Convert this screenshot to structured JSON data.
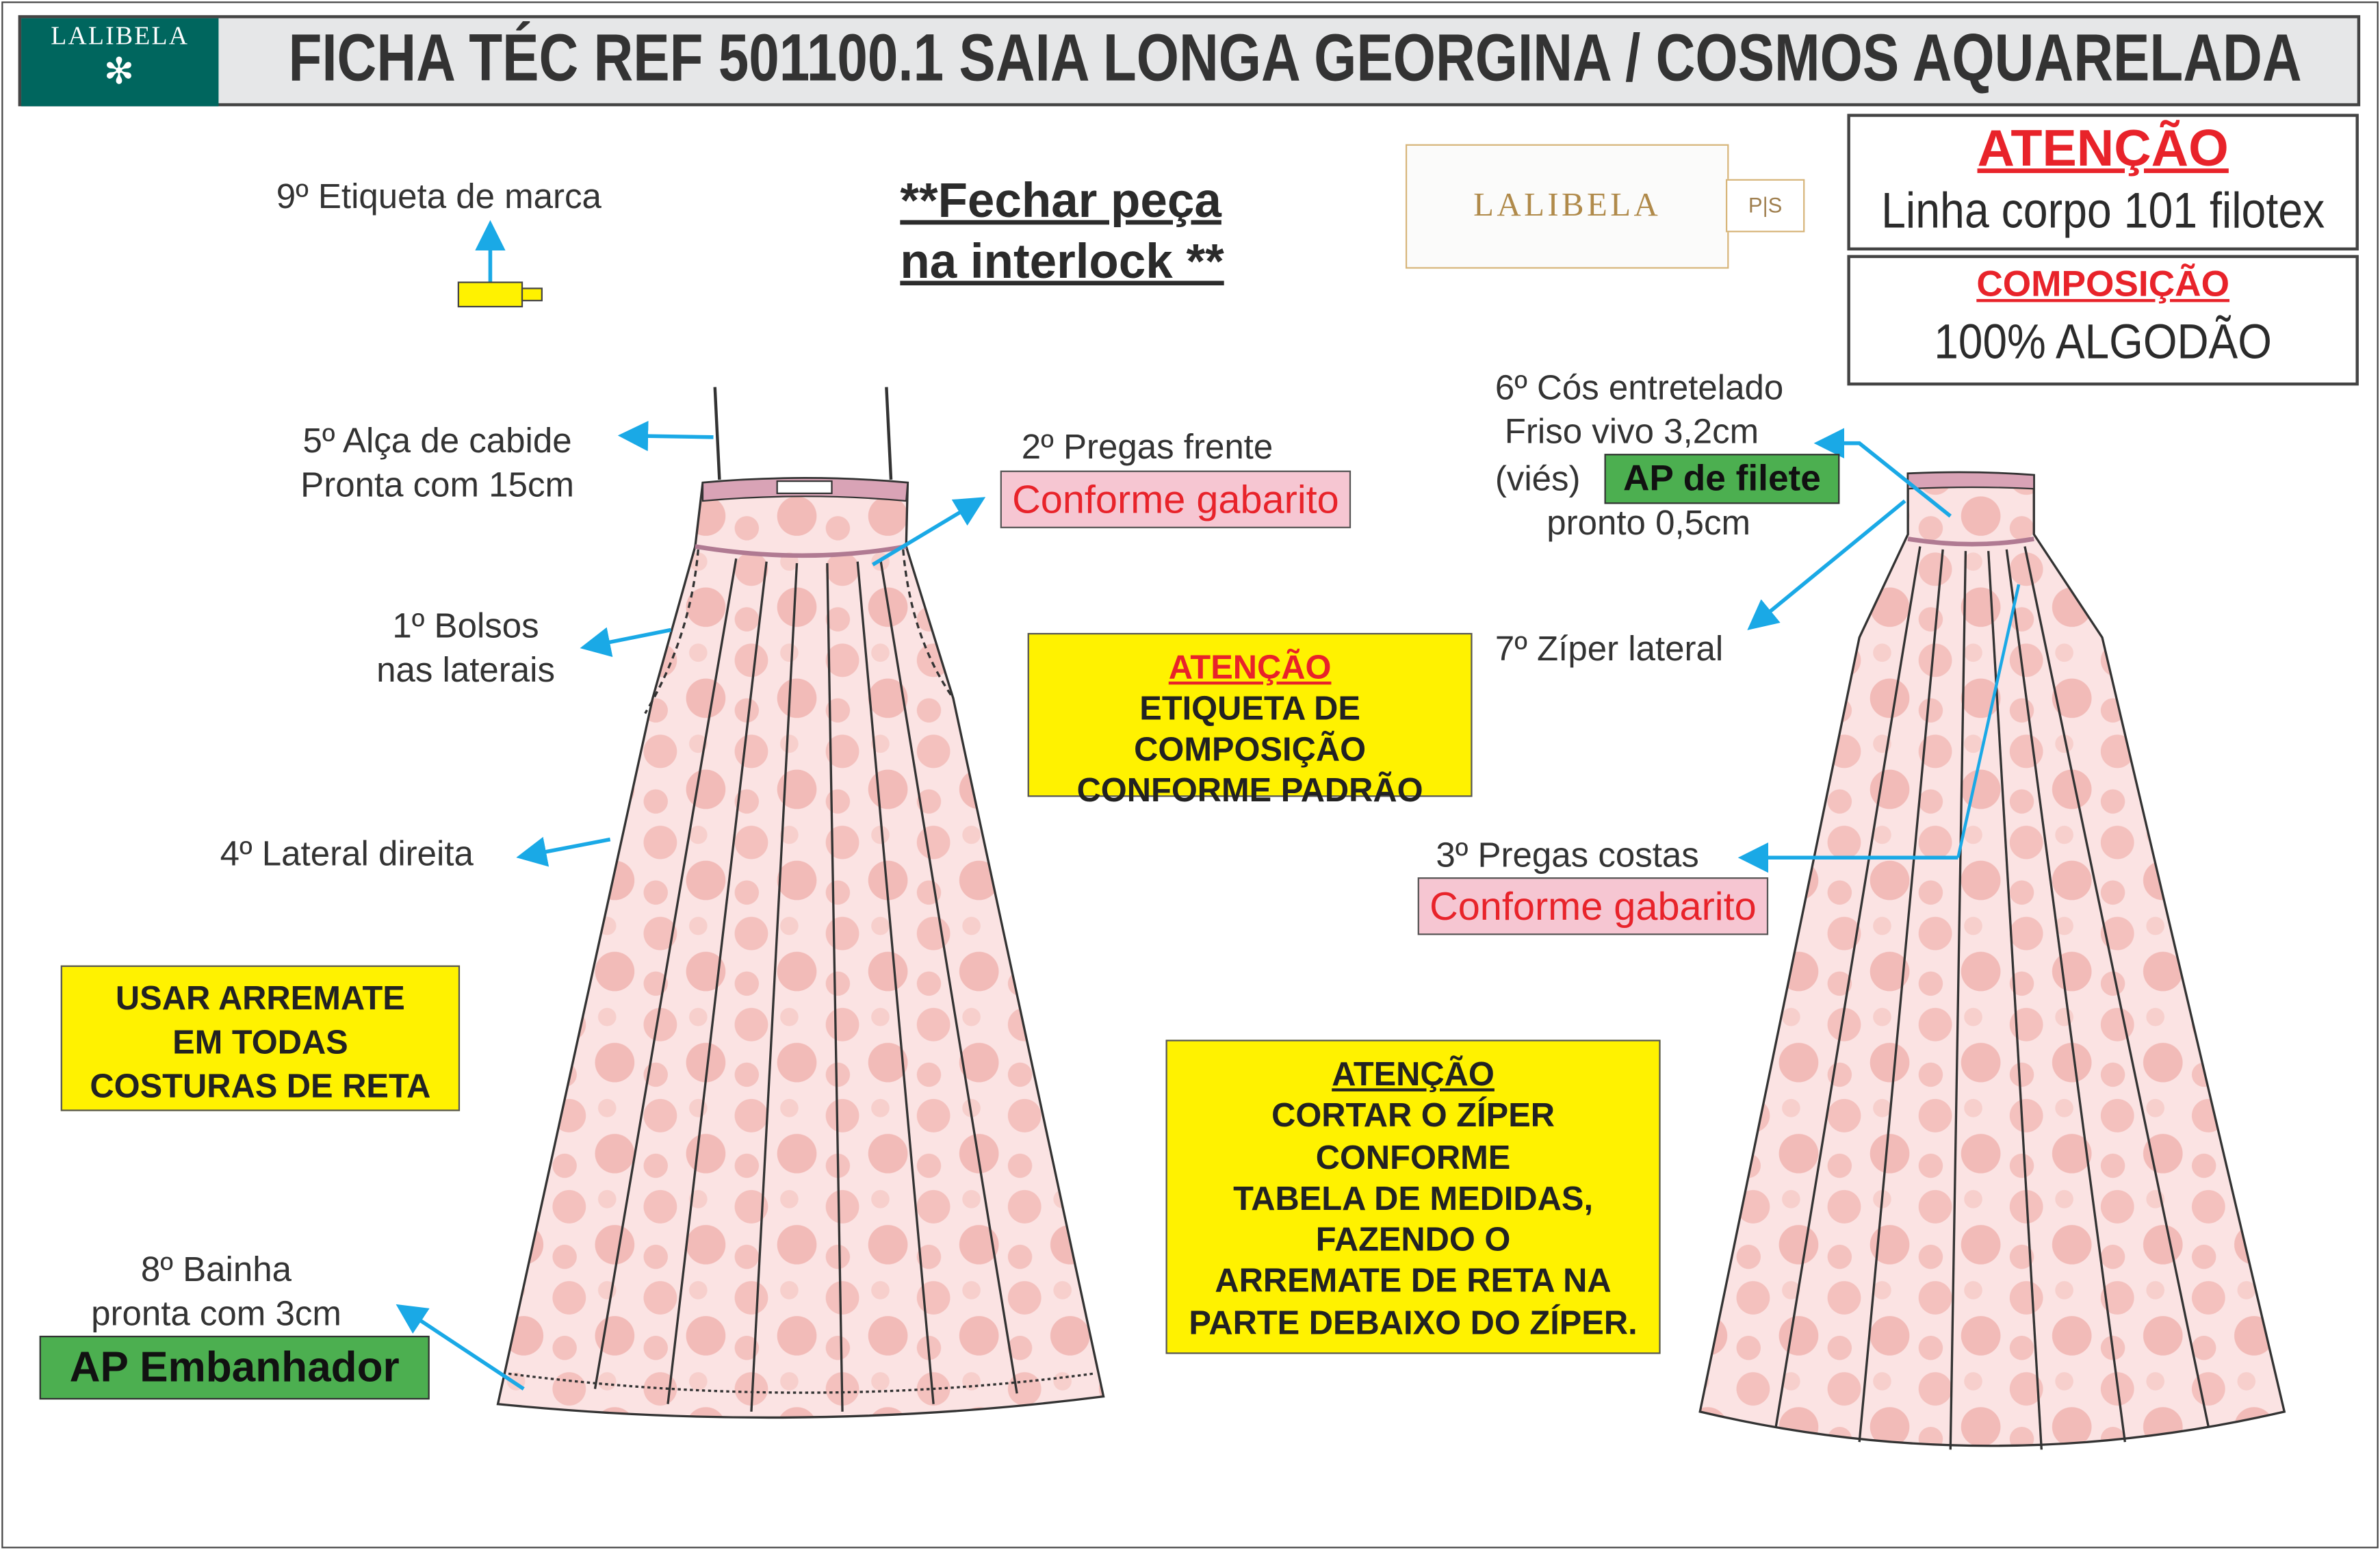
{
  "header": {
    "brand": "LALIBELA",
    "title": "FICHA TÉC REF 501100.1 SAIA LONGA GEORGINA / COSMOS AQUARELADA"
  },
  "notes": {
    "label9": "9º Etiqueta de marca",
    "interlock": [
      "**Fechar peça",
      "na interlock **"
    ],
    "brand_tag": {
      "name": "LALIBELA",
      "size": "P|S"
    },
    "atencao_linha": {
      "title": "ATENÇÃO",
      "text": "Linha corpo 101 filotex"
    },
    "composicao": {
      "title": "COMPOSIÇÃO",
      "text": "100% ALGODÃO"
    },
    "alca": [
      "5º Alça de cabide",
      "Pronta com 15cm"
    ],
    "pregas_frente": {
      "label": "2º Pregas frente",
      "badge": "Conforme gabarito"
    },
    "bolsos": [
      "1º Bolsos",
      "nas laterais"
    ],
    "etiqueta_comp": {
      "title": "ATENÇÃO",
      "lines": [
        "ETIQUETA DE COMPOSIÇÃO",
        "CONFORME PADRÃO"
      ]
    },
    "lateral": "4º Lateral direita",
    "arremate": [
      "USAR ARREMATE",
      "EM TODAS",
      "COSTURAS DE RETA"
    ],
    "bainha": {
      "lines": [
        "8º Bainha",
        "pronta com 3cm"
      ],
      "badge": "AP Embanhador"
    },
    "cos": {
      "lines": [
        "6º Cós entretelado",
        "Friso vivo 3,2cm"
      ],
      "vies": "(viés)",
      "badge": "AP de filete",
      "last": "pronto 0,5cm"
    },
    "ziper": "7º Zíper lateral",
    "pregas_costas": {
      "label": "3º Pregas costas",
      "badge": "Conforme gabarito"
    },
    "cortar_ziper": {
      "title": "ATENÇÃO",
      "lines": [
        "CORTAR O ZÍPER",
        "CONFORME",
        "TABELA DE MEDIDAS,",
        "FAZENDO O",
        "ARREMATE DE RETA NA",
        "PARTE DEBAIXO DO ZÍPER."
      ]
    }
  },
  "colors": {
    "arrow": "#1aa9e6",
    "yellow": "#fff200",
    "green": "#4caf50",
    "pink": "#f6c6d2",
    "red": "#e8232a",
    "teal": "#00665e"
  }
}
